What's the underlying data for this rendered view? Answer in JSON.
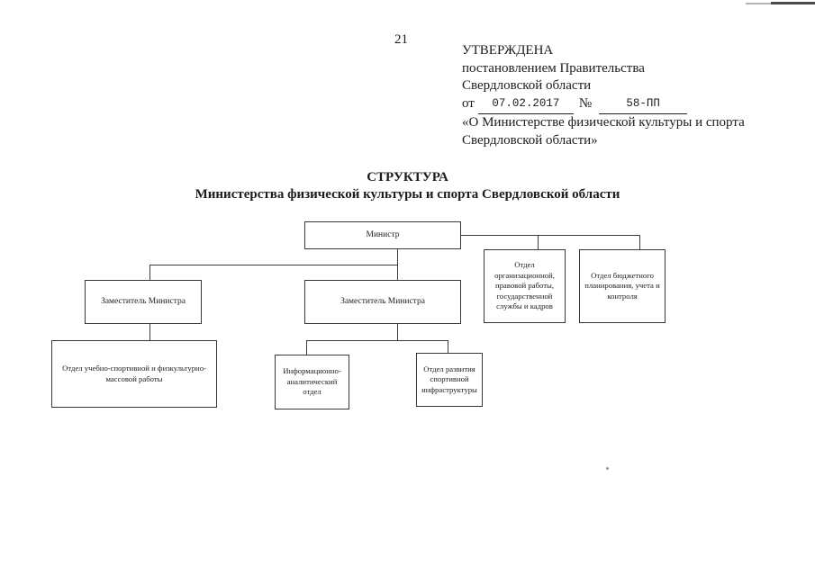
{
  "page": {
    "number": "21"
  },
  "approval": {
    "line1": "УТВЕРЖДЕНА",
    "line2": "постановлением Правительства",
    "line3": "Свердловской области",
    "date_prefix": "от",
    "date_value": "07.02.2017",
    "number_sign": "№",
    "number_value": "58-ПП",
    "subject": "«О Министерстве физической культуры и спорта Свердловской области»"
  },
  "title": {
    "line1": "СТРУКТУРА",
    "line2": "Министерства физической культуры и спорта Свердловской области"
  },
  "org_chart": {
    "minister": "Министр",
    "deputy_left": "Заместитель Министра",
    "deputy_middle": "Заместитель Министра",
    "dept_org": "Отдел организационной, правовой работы, государственной службы и кадров",
    "dept_budget": "Отдел бюджетного планирования, учета и контроля",
    "dept_training": "Отдел учебно-спортивной и физкультурно-массовой работы",
    "dept_info": "Информационно-аналитический отдел",
    "dept_infra": "Отдел развития спортивной инфраструктуры"
  },
  "colors": {
    "ink": "#1c1c1c",
    "line": "#3a3a3a",
    "background": "#ffffff"
  }
}
